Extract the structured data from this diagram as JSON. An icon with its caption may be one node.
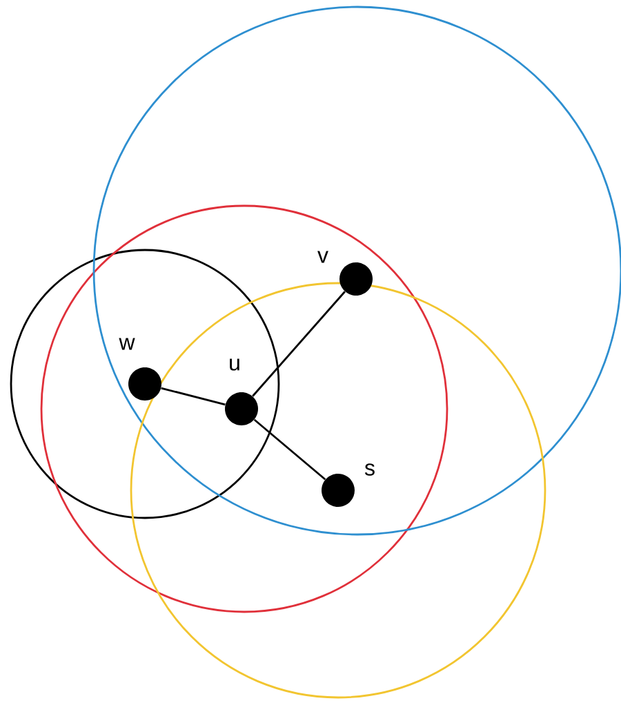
{
  "diagram": {
    "nodes": [
      {
        "text": [],
        "shape": "circle",
        "beside": [
          "v"
        ]
      },
      {
        "text": [],
        "shape": "circle",
        "beside": [
          "w"
        ]
      },
      {
        "text": [],
        "shape": "circle",
        "beside": [
          "u"
        ]
      },
      {
        "text": [],
        "shape": "circle",
        "beside": [
          "s"
        ]
      }
    ],
    "edges": [
      {
        "from": 1,
        "to": 2,
        "arrow": "none"
      },
      {
        "from": 2,
        "to": 0,
        "arrow": "none"
      },
      {
        "from": 2,
        "to": 3,
        "arrow": "none"
      }
    ]
  }
}
